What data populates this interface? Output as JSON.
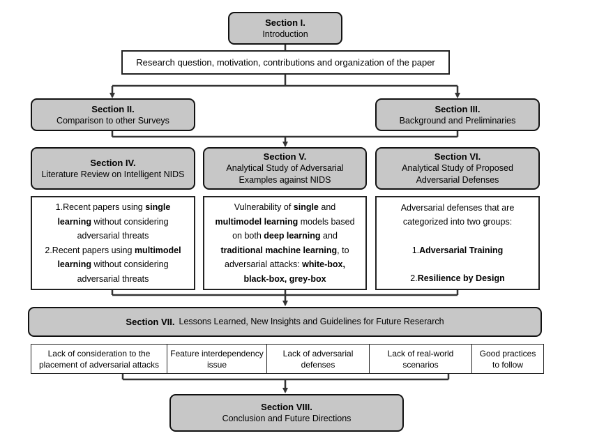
{
  "sections": {
    "s1": {
      "title": "Section I.",
      "subtitle": "Introduction"
    },
    "s2": {
      "title": "Section II.",
      "subtitle": "Comparison to other Surveys"
    },
    "s3": {
      "title": "Section III.",
      "subtitle": "Background and  Preliminaries"
    },
    "s4": {
      "title": "Section IV.",
      "subtitle": "Literature Review on Intelligent NIDS"
    },
    "s5": {
      "title": "Section V.",
      "subtitle_line1": "Analytical Study of Adversarial",
      "subtitle_line2": "Examples against NIDS"
    },
    "s6": {
      "title": "Section VI.",
      "subtitle_line1": "Analytical Study of Proposed",
      "subtitle_line2": "Adversarial Defenses"
    },
    "s7": {
      "title": "Section VII.",
      "subtitle": "Lessons Learned, New Insights and Guidelines for Future Reserarch"
    },
    "s8": {
      "title": "Section VIII.",
      "subtitle": "Conclusion and Future Directions"
    }
  },
  "intro_detail": "Research question, motivation, contributions and organization of the paper",
  "content_iv": {
    "item1_prefix": "1.Recent papers using ",
    "item1_bold": "single learning",
    "item1_suffix": " without considering adversarial threats",
    "item2_prefix": "2.Recent papers using ",
    "item2_bold": "multimodel learning",
    "item2_suffix": " without considering adversarial threats"
  },
  "content_v": {
    "t1": "Vulnerability of ",
    "b1": "single",
    "t2": " and ",
    "b2": "multimodel learning",
    "t3": " models based on both ",
    "b3": "deep learning",
    "t4": " and ",
    "b4": "traditional machine learning",
    "t5": ", to adversarial attacks: ",
    "b5": "white-box, black-box, grey-box"
  },
  "content_vi": {
    "intro": "Adversarial defenses that are categorized into two groups:",
    "item1_num": "1.",
    "item1_bold": "Adversarial Training",
    "item2_num": "2.",
    "item2_bold": "Resilience by Design"
  },
  "lessons": [
    "Lack of consideration to the placement of adversarial attacks",
    "Feature interdependency issue",
    "Lack of adversarial defenses",
    "Lack of real-world scenarios",
    "Good practices to follow"
  ]
}
